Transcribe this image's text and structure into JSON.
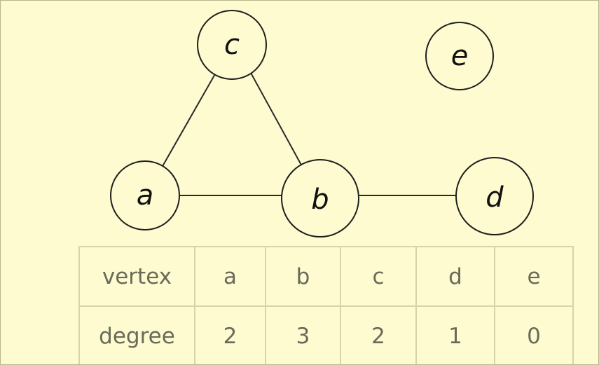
{
  "graph": {
    "nodes": [
      {
        "id": "a",
        "label": "a"
      },
      {
        "id": "b",
        "label": "b"
      },
      {
        "id": "c",
        "label": "c"
      },
      {
        "id": "d",
        "label": "d"
      },
      {
        "id": "e",
        "label": "e"
      }
    ],
    "edges": [
      {
        "from": "c",
        "to": "a"
      },
      {
        "from": "c",
        "to": "b"
      },
      {
        "from": "a",
        "to": "b"
      },
      {
        "from": "b",
        "to": "d"
      }
    ]
  },
  "table": {
    "rows": [
      {
        "header": "vertex",
        "cells": [
          "a",
          "b",
          "c",
          "d",
          "e"
        ]
      },
      {
        "header": "degree",
        "cells": [
          "2",
          "3",
          "2",
          "1",
          "0"
        ]
      }
    ]
  }
}
